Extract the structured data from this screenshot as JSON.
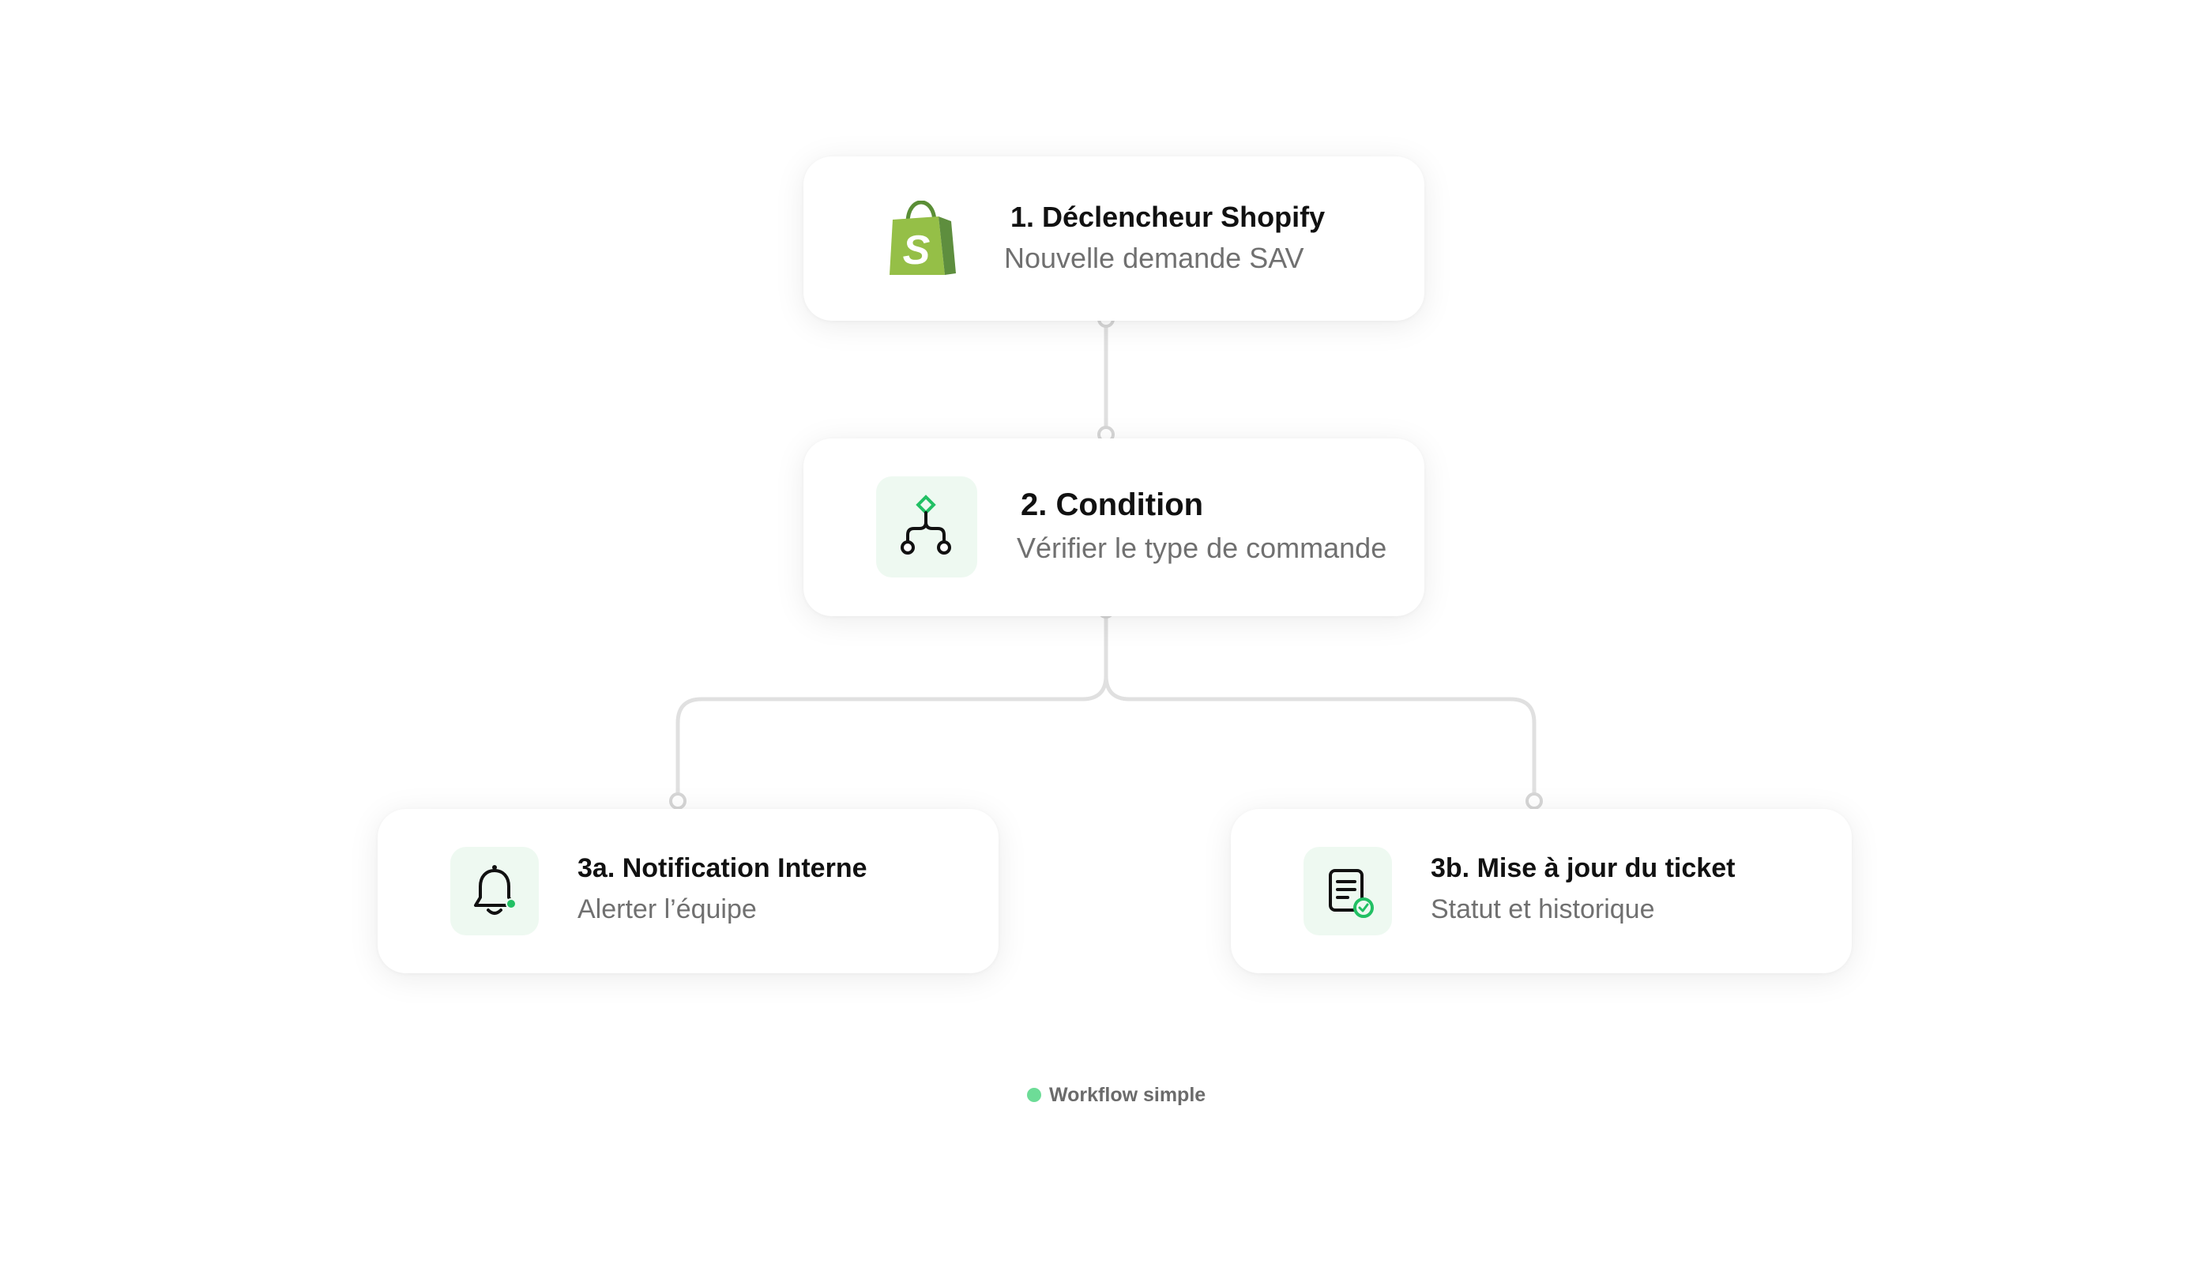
{
  "steps": {
    "trigger": {
      "title": "1. Déclencheur Shopify",
      "subtitle": "Nouvelle demande SAV",
      "icon": "shopify-bag-icon"
    },
    "condition": {
      "title": "2. Condition",
      "subtitle": "Vérifier le type de commande",
      "icon": "branch-icon"
    },
    "notification": {
      "title": "3a. Notification Interne",
      "subtitle": "Alerter l’équipe",
      "icon": "bell-icon"
    },
    "ticket": {
      "title": "3b. Mise à jour du ticket",
      "subtitle": "Statut et historique",
      "icon": "document-check-icon"
    }
  },
  "footer": {
    "label": "Workflow simple"
  },
  "colors": {
    "accent_green": "#22c064",
    "icon_background": "#eef9f1",
    "connector": "#e0e0e0",
    "status_dot": "#6ddc97"
  }
}
